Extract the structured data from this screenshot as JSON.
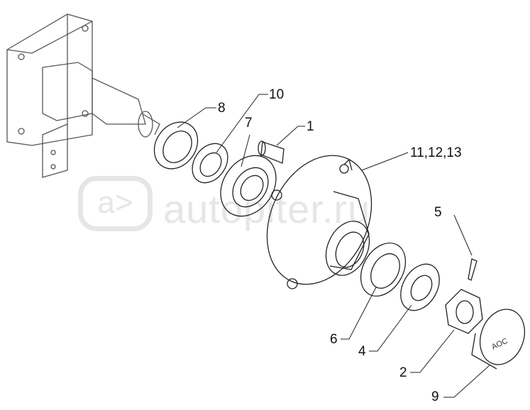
{
  "diagram": {
    "part_labels": [
      "8",
      "10",
      "7",
      "1",
      "11,12,13",
      "5",
      "6",
      "4",
      "2",
      "9"
    ],
    "cap_marking": "AOC",
    "watermark": {
      "logo": "a>",
      "text": "autopiter.ru"
    },
    "line_color": "#222222",
    "watermark_color": "#e6e6e6"
  }
}
